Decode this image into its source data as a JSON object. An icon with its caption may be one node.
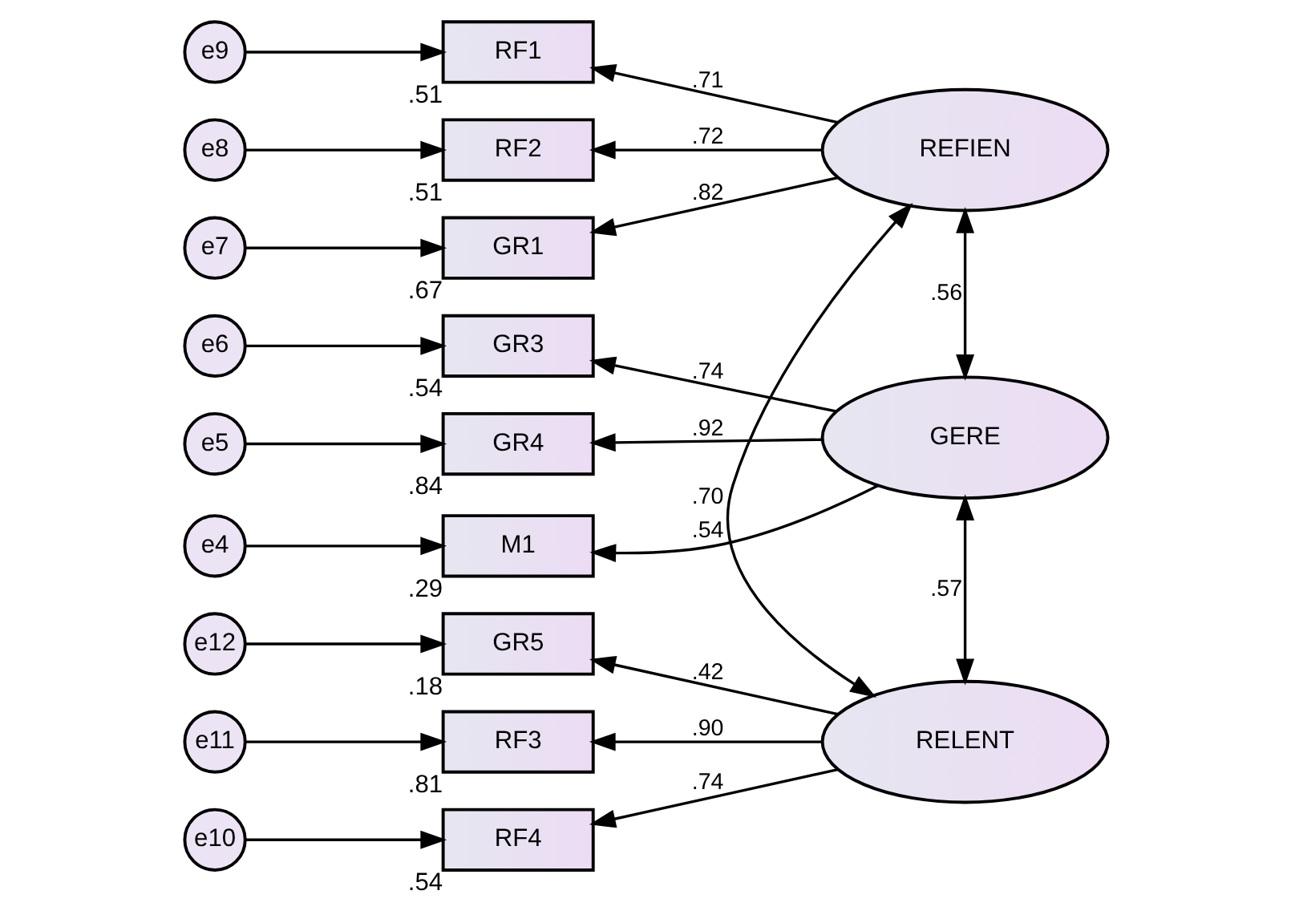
{
  "diagram": {
    "nodes": [
      {
        "text": [
          "e9"
        ]
      },
      {
        "text": [
          "RF1"
        ],
        "beside": [
          ".51"
        ]
      },
      {
        "text": [
          "e8"
        ]
      },
      {
        "text": [
          "RF2"
        ],
        "beside": [
          ".51"
        ]
      },
      {
        "text": [
          "REFIEN"
        ]
      },
      {
        "text": [
          "e7"
        ]
      },
      {
        "text": [
          "GR1"
        ],
        "beside": [
          ".67"
        ]
      },
      {
        "text": [
          "e6"
        ]
      },
      {
        "text": [
          "GR3"
        ],
        "beside": [
          ".54"
        ]
      },
      {
        "text": [
          "e5"
        ]
      },
      {
        "text": [
          "GR4"
        ],
        "beside": [
          ".84"
        ]
      },
      {
        "text": [
          "GERE"
        ]
      },
      {
        "text": [
          "e4"
        ]
      },
      {
        "text": [
          "M1"
        ],
        "beside": [
          ".29"
        ]
      },
      {
        "text": [
          "e12"
        ]
      },
      {
        "text": [
          "GR5"
        ],
        "beside": [
          ".18"
        ]
      },
      {
        "text": [
          "e11"
        ]
      },
      {
        "text": [
          "RF3"
        ],
        "beside": [
          ".81"
        ]
      },
      {
        "text": [
          "RELENT"
        ]
      },
      {
        "text": [
          "e10"
        ]
      },
      {
        "text": [
          "RF4"
        ],
        "beside": [
          ".54"
        ]
      }
    ],
    "edges": [
      {
        "from": 0,
        "to": 1,
        "arrow": "to"
      },
      {
        "from": 2,
        "to": 3,
        "arrow": "to"
      },
      {
        "from": 5,
        "to": 6,
        "arrow": "to"
      },
      {
        "from": 7,
        "to": 8,
        "arrow": "to"
      },
      {
        "from": 9,
        "to": 10,
        "arrow": "to"
      },
      {
        "from": 12,
        "to": 13,
        "arrow": "to"
      },
      {
        "from": 14,
        "to": 15,
        "arrow": "to"
      },
      {
        "from": 16,
        "to": 17,
        "arrow": "to"
      },
      {
        "from": 19,
        "to": 20,
        "arrow": "to"
      },
      {
        "from": 4,
        "to": 1,
        "arrow": "to",
        "label": ".71"
      },
      {
        "from": 4,
        "to": 3,
        "arrow": "to",
        "label": ".72"
      },
      {
        "from": 4,
        "to": 6,
        "arrow": "to",
        "label": ".82"
      },
      {
        "from": 11,
        "to": 8,
        "arrow": "to",
        "label": ".74"
      },
      {
        "from": 11,
        "to": 10,
        "arrow": "to",
        "label": ".92"
      },
      {
        "from": 11,
        "to": 13,
        "arrow": "to",
        "label": ".54"
      },
      {
        "from": 18,
        "to": 15,
        "arrow": "to",
        "label": ".42"
      },
      {
        "from": 18,
        "to": 17,
        "arrow": "to",
        "label": ".90"
      },
      {
        "from": 18,
        "to": 20,
        "arrow": "to",
        "label": ".74"
      },
      {
        "from": 4,
        "to": 11,
        "arrow": "both",
        "label": ".56"
      },
      {
        "from": 11,
        "to": 18,
        "arrow": "both",
        "label": ".57"
      },
      {
        "from": 4,
        "to": 18,
        "arrow": "both",
        "label": ".70"
      }
    ]
  }
}
